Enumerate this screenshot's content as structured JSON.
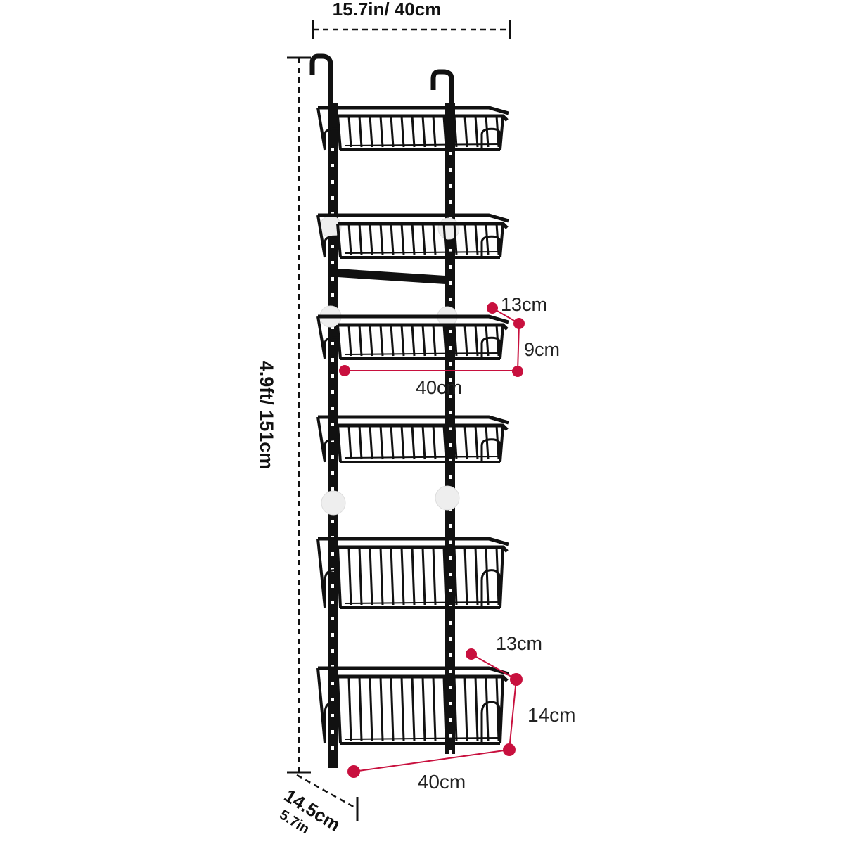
{
  "image": {
    "subject": "over-the-door pantry organizer rack with six wire baskets",
    "accent_color": "#c8103e",
    "frame_color": "#111111"
  },
  "dimensions": {
    "overall_width": "15.7in/ 40cm",
    "overall_height": "4.9ft/ 151cm",
    "depth_cm": "14.5cm",
    "depth_in": "5.7in",
    "small_basket": {
      "depth": "13cm",
      "height": "9cm",
      "width": "40cm"
    },
    "large_basket": {
      "depth": "13cm",
      "height": "14cm",
      "width": "40cm"
    }
  }
}
